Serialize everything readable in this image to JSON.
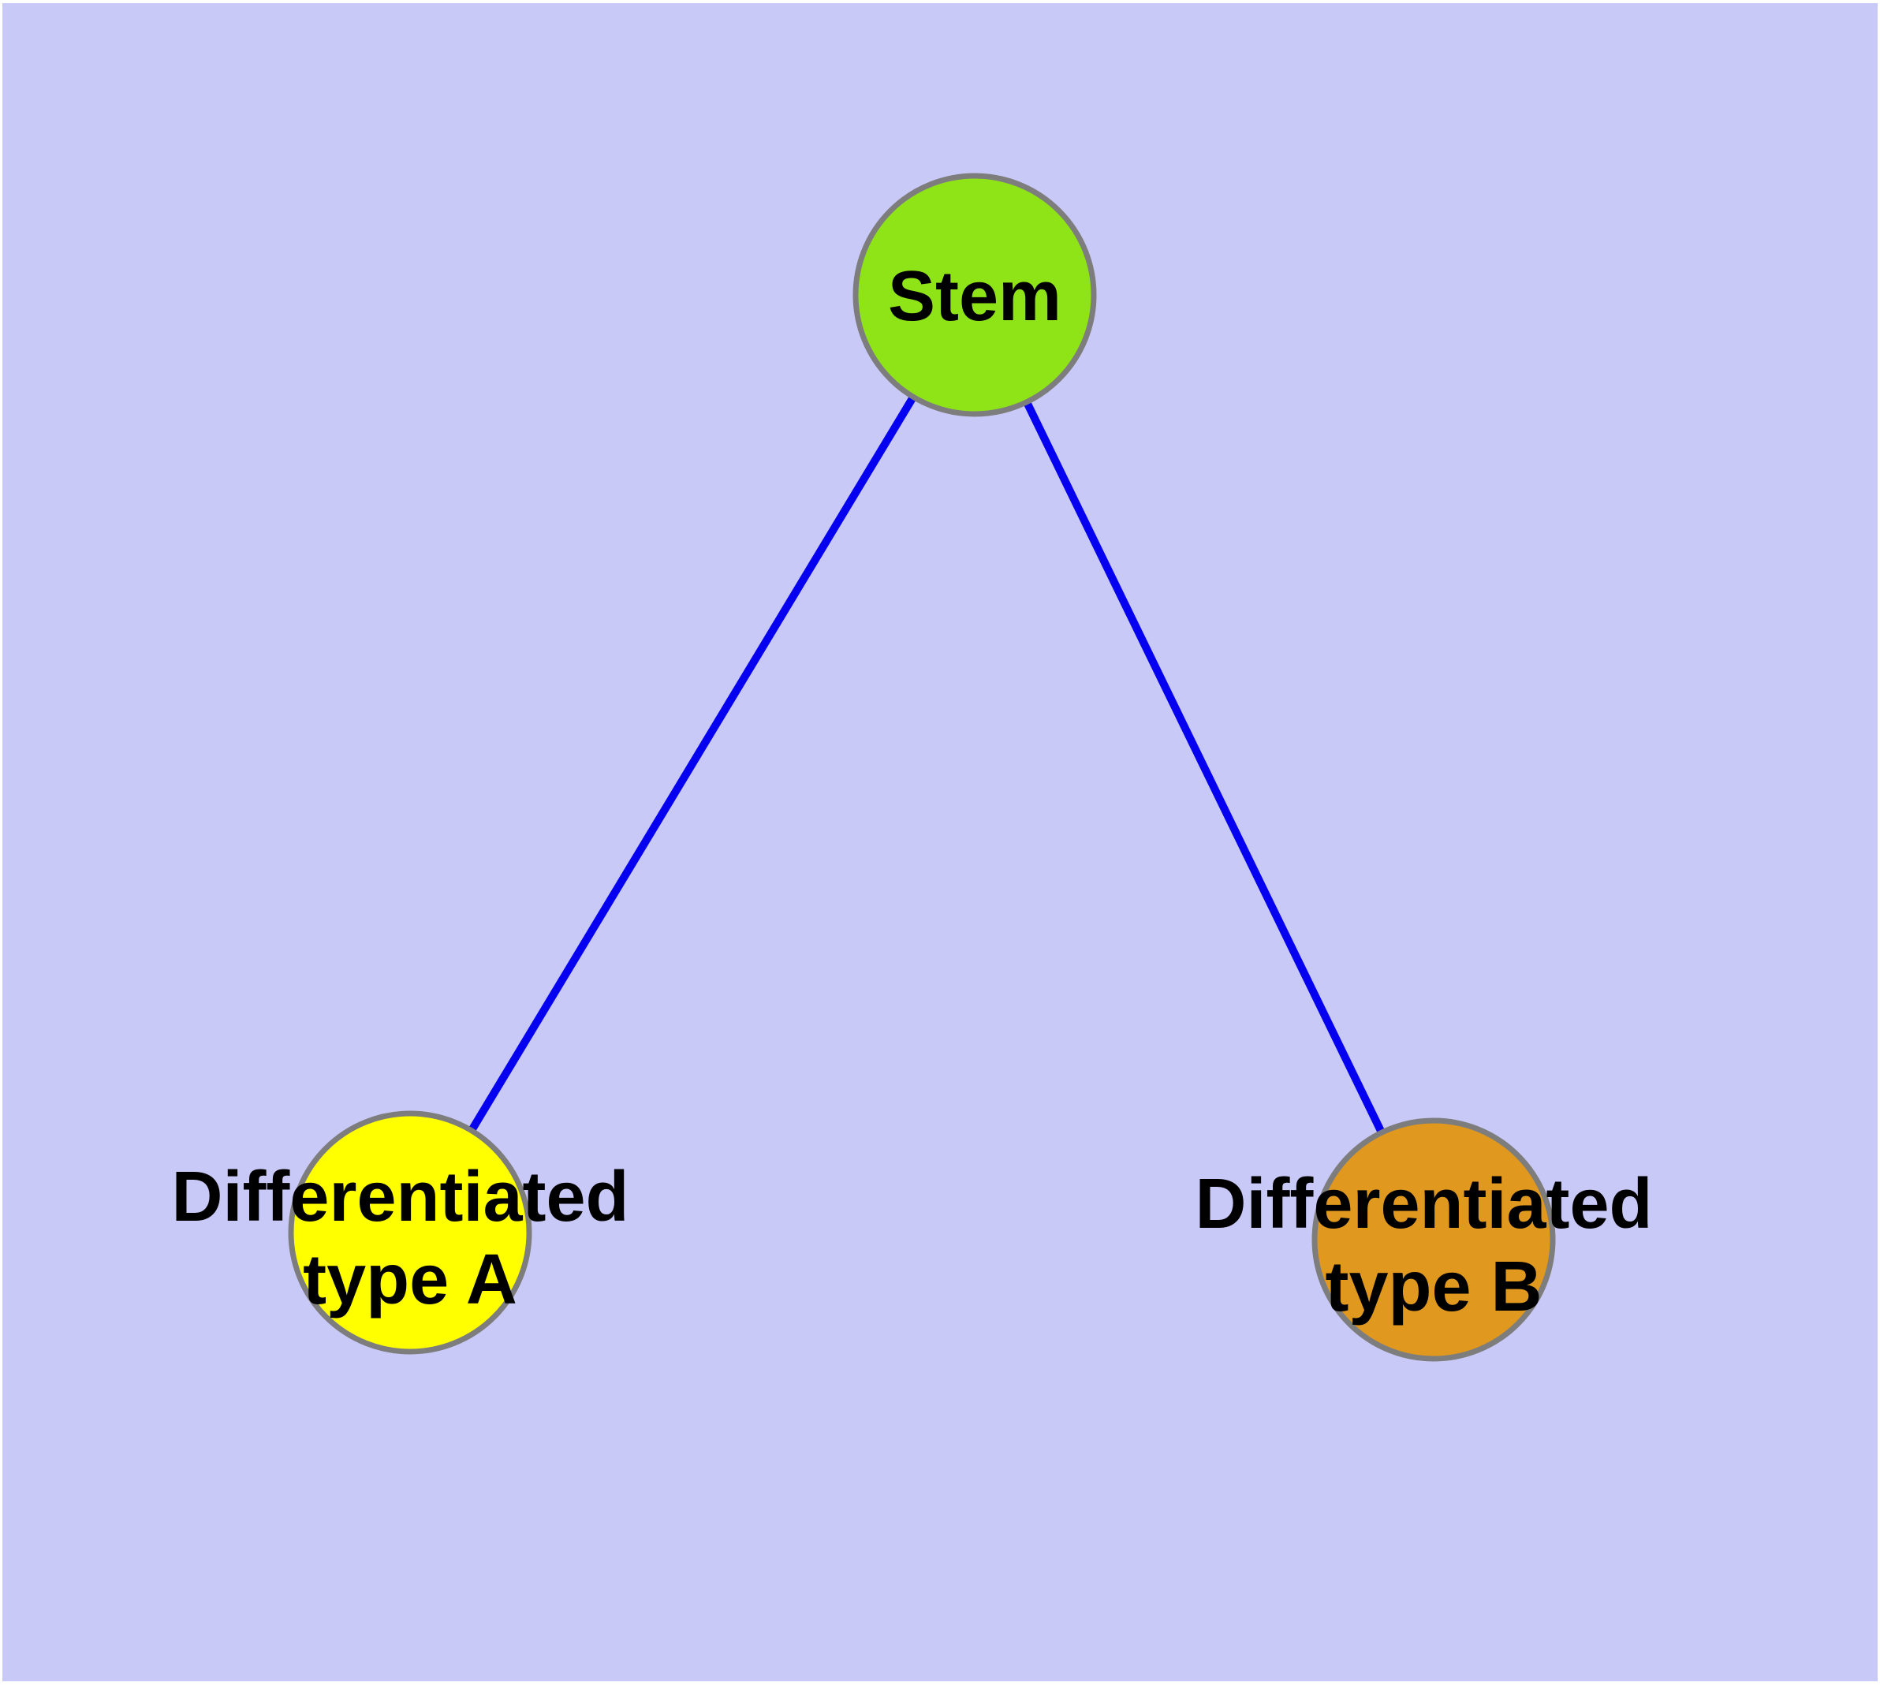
{
  "diagram": {
    "type": "graph",
    "background_color": "#C9C9F8",
    "frame_color": "#FFFFFF",
    "edge_color": "#0500F0",
    "node_border_color": "#7D7D7D",
    "label_color": "#000000",
    "nodes": [
      {
        "id": "stem",
        "label": "Stem",
        "fill": "#8FE417"
      },
      {
        "id": "differentiated-type-a",
        "label": "Differentiated type A",
        "line1": "Differentiated",
        "line2": "type A",
        "fill": "#FFFF00"
      },
      {
        "id": "differentiated-type-b",
        "label": "Differentiated type B",
        "line1": "Differentiated",
        "line2": "type B",
        "fill": "#E0981F"
      }
    ],
    "edges": [
      {
        "from": "Stem",
        "to": "Differentiated type A"
      },
      {
        "from": "Stem",
        "to": "Differentiated type B"
      }
    ]
  }
}
